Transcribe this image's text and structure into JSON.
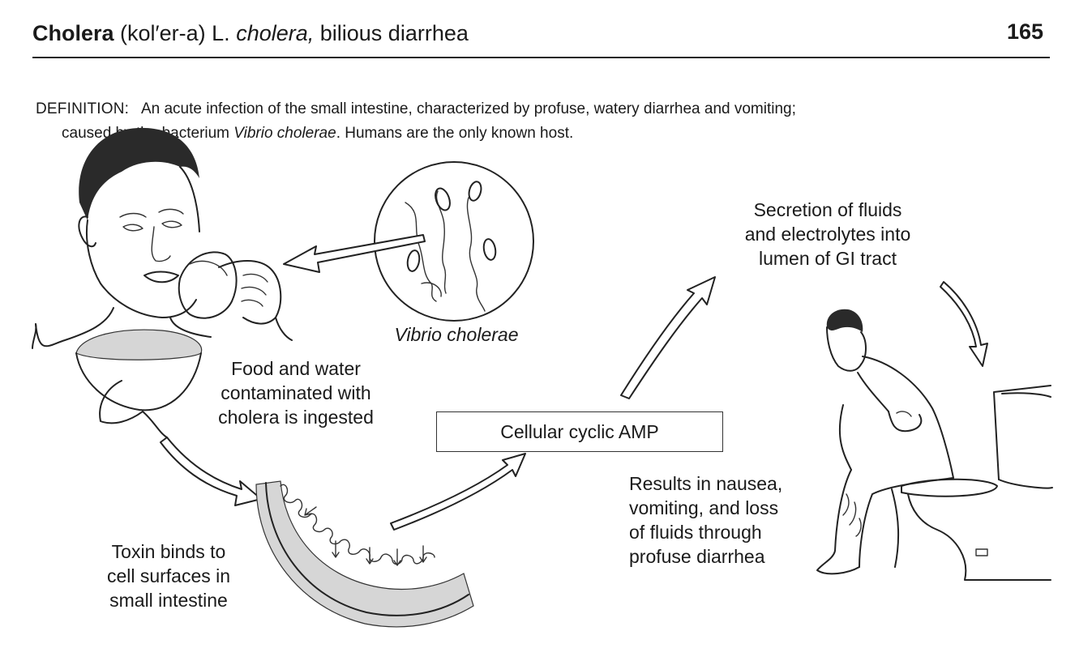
{
  "header": {
    "title_bold": "Cholera",
    "pronunciation": "(kol′er-a)",
    "etymology_prefix": "L.",
    "etymology_word": "cholera,",
    "etymology_meaning": "bilious diarrhea",
    "page_number": "165"
  },
  "definition": {
    "label": "DEFINITION:",
    "text_line1": "An acute infection of the small intestine, characterized by profuse, watery diarrhea and vomiting;",
    "text_line2_pre": "caused by the bacterium",
    "organism": "Vibrio cholerae",
    "text_line2_post": ". Humans are the only known host."
  },
  "diagram": {
    "vibrio_label": "Vibrio cholerae",
    "ingest_lines": [
      "Food and water",
      "contaminated with",
      "cholera is ingested"
    ],
    "amp_label": "Cellular cyclic AMP",
    "secretion_lines": [
      "Secretion of fluids",
      "and electrolytes into",
      "lumen of GI tract"
    ],
    "toxin_lines": [
      "Toxin binds to",
      "cell surfaces in",
      "small intestine"
    ],
    "results_lines": [
      "Results in nausea,",
      "vomiting, and loss",
      "of fluids through",
      "profuse diarrhea"
    ]
  }
}
